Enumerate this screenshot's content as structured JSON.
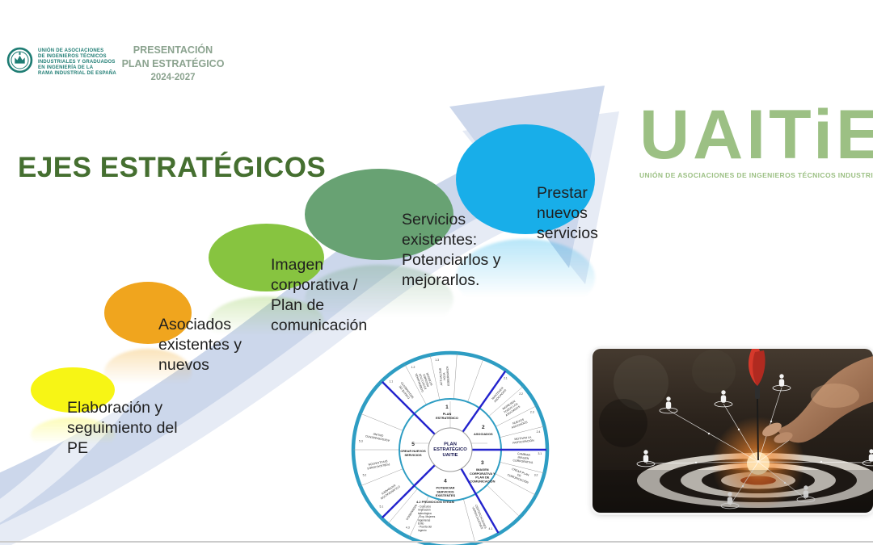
{
  "slide": {
    "org": {
      "name_lines": [
        "UNIÓN DE ASOCIACIONES",
        "DE INGENIEROS TÉCNICOS",
        "INDUSTRIALES Y GRADUADOS",
        "EN INGENIERÍA DE LA",
        "RAMA INDUSTRIAL DE ESPAÑA"
      ],
      "color": "#1f7d74"
    },
    "header": {
      "lines": [
        "PRESENTACIÓN",
        "PLAN ESTRATÉGICO",
        "2024-2027"
      ],
      "color": "#8ba38f"
    },
    "title": {
      "text": "EJES ESTRATÉGICOS",
      "color": "#456f30"
    },
    "brand": {
      "wordmark": "UAITiE",
      "tagline": "UNIÓN DE ASOCIACIONES DE INGENIEROS TÉCNICOS INDUSTRIALES",
      "color": "#9cc084"
    },
    "arrow_color": "#ccd7eb"
  },
  "axes": [
    {
      "label": "Elaboración y seguimiento del PE",
      "color": "#f7f515"
    },
    {
      "label": "Asociados existentes y nuevos",
      "color": "#f0a51e"
    },
    {
      "label": "Imagen corporativa / Plan de comunicación",
      "color": "#87c440"
    },
    {
      "label": "Servicios existentes: Potenciarlos y mejorarlos.",
      "color": "#68a273"
    },
    {
      "label": "Prestar nuevos servicios",
      "color": "#18aee9"
    }
  ],
  "wheel": {
    "center_lines": [
      "PLAN",
      "ESTRATÉGICO",
      "UAITIE"
    ],
    "ring_color": "#2e9dc3",
    "divider_color": "#2323cd",
    "sectors": [
      {
        "num": "1",
        "name": "PLAN ESTRATEGICO",
        "from": -45,
        "to": 35,
        "items": [
          {
            "num": "1.1",
            "label": "COMITÉ DE SEGUIMIENTO",
            "from": -45,
            "to": -28
          },
          {
            "num": "1.2",
            "label": "GOBERNANZA ESTATUTOS RÉGIMEN INTERIOR",
            "from": -28,
            "to": -12
          },
          {
            "num": "1.3",
            "label": "ACTUALIZAR HOJA GOBERNANZA",
            "from": -12,
            "to": 4
          },
          {
            "from": 4,
            "to": 20
          },
          {
            "from": 20,
            "to": 35
          }
        ]
      },
      {
        "num": "2",
        "name": "ASOCIADOS",
        "from": 35,
        "to": 90,
        "items": [
          {
            "num": "2.1",
            "label": "MANTENER ASOCIADOS",
            "from": 35,
            "to": 49
          },
          {
            "num": "2.2",
            "label": "INGRESEN TODOS LOS ASOCIADOS",
            "from": 49,
            "to": 63
          },
          {
            "num": "2.3",
            "label": "NUEVOS ASOCIADOS",
            "from": 63,
            "to": 76
          },
          {
            "num": "2.4",
            "label": "MOTIVAR LA PARTICIPACIÓN",
            "from": 76,
            "to": 90
          }
        ]
      },
      {
        "num": "3",
        "name": "IMAGEN CORPORATIVA Y PLAN DE COMUNICACIÓN",
        "from": 90,
        "to": 150,
        "items": [
          {
            "num": "3.1",
            "label": "CAMBIAR IMAGEN CORPORATIVA",
            "from": 90,
            "to": 104
          },
          {
            "num": "3.2",
            "label": "CREAR PLAN DE COMUNICACIÓN",
            "from": 104,
            "to": 118
          },
          {
            "from": 118,
            "to": 134
          },
          {
            "from": 134,
            "to": 150
          }
        ]
      },
      {
        "num": "4",
        "name": "POTENCIAR SERVICIOS EXISTENTES",
        "from": 150,
        "to": 225,
        "items": [
          {
            "num": "4.1",
            "label": "CERTIFICACIONES VERIFICACIONES",
            "from": 150,
            "to": 165
          },
          {
            "num": "4.2",
            "label": "PROMOCIÓN STEAM",
            "type": "block",
            "from": 165,
            "to": 205,
            "bullets": [
              "Concurso innovación tecnológica",
              "Exp. Mujeres ingenieras Éxito",
              "Puerta del ingenio"
            ]
          },
          {
            "num": "4.3",
            "label": "WEBINARIOS",
            "from": 205,
            "to": 220
          },
          {
            "from": 220,
            "to": 225
          }
        ]
      },
      {
        "num": "5",
        "name": "CREAR NUEVOS SERVICIOS",
        "from": 225,
        "to": 315,
        "items": [
          {
            "num": "5.1",
            "label": "COLABORACIÓN ENTIDADES",
            "from": 225,
            "to": 248
          },
          {
            "num": "5.2",
            "label": "PUBLICACIONES DIVULGACIÓN",
            "from": 248,
            "to": 270
          },
          {
            "num": "5.3",
            "label": "ASESORAMIENTO ONLINE",
            "from": 270,
            "to": 292
          },
          {
            "from": 292,
            "to": 315
          }
        ]
      }
    ]
  }
}
